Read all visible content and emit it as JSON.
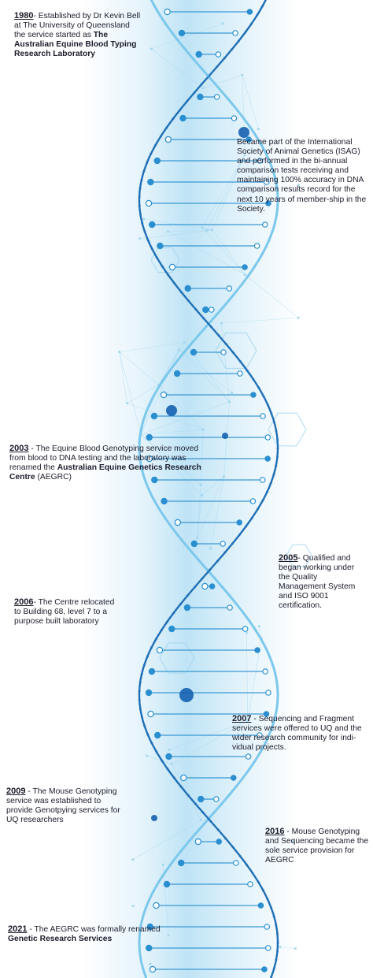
{
  "timeline": [
    {
      "id": "e1980",
      "year": "1980",
      "sep": "- ",
      "text": "Established by Dr Kevin Bell at The University of Queensland the service started as ",
      "bold": "The Australian Equine Blood Typing Research Laboratory"
    },
    {
      "id": "eisag",
      "year": "",
      "sep": "",
      "text": "Became part of the International Society of Animal Genetics (ISAG) and performed in the bi-annual comparison tests receiving and maintaining 100% accuracy in DNA comparison results record for the next 10 years of member-ship in the Society.",
      "bold": ""
    },
    {
      "id": "e2003",
      "year": "2003",
      "sep": " -  ",
      "text": "The Equine Blood Genotyping service moved from blood to DNA testing  and the laboratory was renamed the ",
      "bold": "Australian Equine Genetics Research Centre",
      "after": " (AEGRC)"
    },
    {
      "id": "e2005",
      "year": "2005",
      "sep": "- ",
      "text": "Qualified and began working under the Quality Management System and ISO 9001 certification.",
      "bold": ""
    },
    {
      "id": "e2006",
      "year": "2006",
      "sep": "- ",
      "text": "The Centre relocated to Building 68, level 7 to a purpose built laboratory",
      "bold": ""
    },
    {
      "id": "e2007",
      "year": "2007",
      "sep": " - ",
      "text": "Sequencing and Fragment services were offered to UQ and the wider research community for indi-vidual projects.",
      "bold": ""
    },
    {
      "id": "e2009",
      "year": "2009",
      "sep": " - ",
      "text": "The Mouse Genotyping service was established to provide Genotpying services for UQ researchers",
      "bold": ""
    },
    {
      "id": "e2016",
      "year": "2016",
      "sep": " - ",
      "text": "Mouse Genotyping and Sequencing became the sole service provision for AEGRC",
      "bold": ""
    },
    {
      "id": "e2021",
      "year": "2021",
      "sep": " - ",
      "text": "The AEGRC was formally renamed ",
      "bold": "Genetic Research Services"
    }
  ],
  "colors": {
    "strand_light": "#7cc8ec",
    "strand_dark": "#1f6fb6",
    "rung": "#2a8fd0",
    "node_dark": "#1560b0",
    "network": "#9fd3ee"
  }
}
